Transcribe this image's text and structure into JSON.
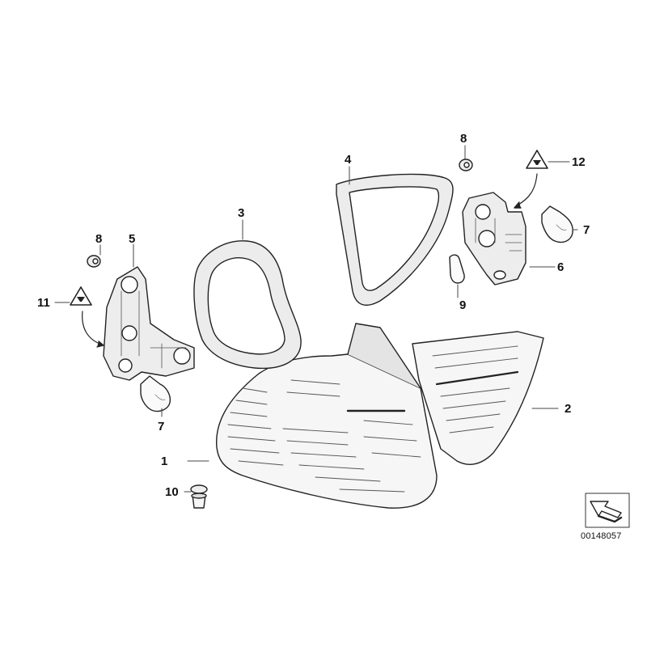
{
  "diagram": {
    "type": "exploded parts diagram",
    "diagram_id": "00148057",
    "colors": {
      "line": "#222222",
      "fill_light": "#f4f4f4",
      "fill_mid": "#e2e2e2",
      "fill_dark": "#8a8a8a"
    },
    "callouts": [
      {
        "id": "c1",
        "label": "1",
        "part": "rear-light-outer"
      },
      {
        "id": "c2",
        "label": "2",
        "part": "rear-light-inner"
      },
      {
        "id": "c3",
        "label": "3",
        "part": "gasket-outer"
      },
      {
        "id": "c4",
        "label": "4",
        "part": "gasket-inner"
      },
      {
        "id": "c5",
        "label": "5",
        "part": "bulb-holder-left"
      },
      {
        "id": "c6",
        "label": "6",
        "part": "bulb-holder-right"
      },
      {
        "id": "c7a",
        "label": "7",
        "part": "bulb-left"
      },
      {
        "id": "c7b",
        "label": "7",
        "part": "bulb-right"
      },
      {
        "id": "c8a",
        "label": "8",
        "part": "grommet-left"
      },
      {
        "id": "c8b",
        "label": "8",
        "part": "grommet-right"
      },
      {
        "id": "c9",
        "label": "9",
        "part": "small-bulb"
      },
      {
        "id": "c10",
        "label": "10",
        "part": "expanding-rivet"
      },
      {
        "id": "c11",
        "label": "11",
        "part": "warning-label-left"
      },
      {
        "id": "c12",
        "label": "12",
        "part": "warning-label-right"
      }
    ]
  }
}
